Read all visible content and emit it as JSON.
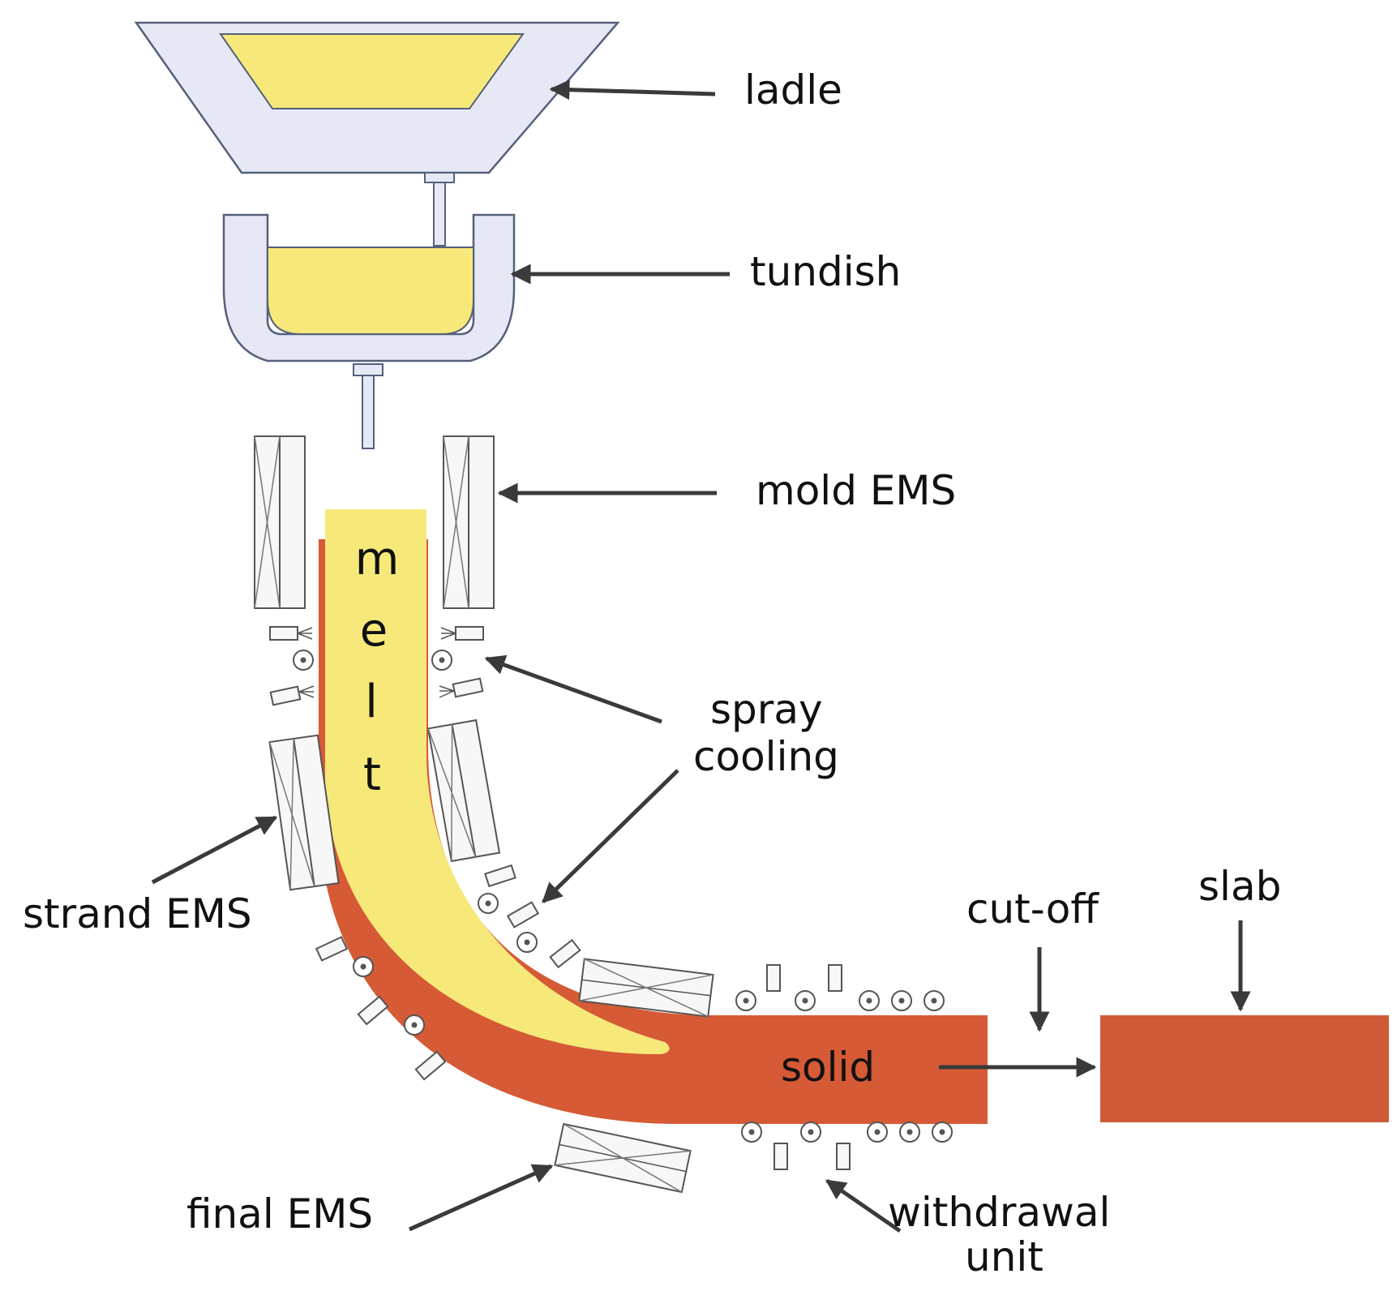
{
  "labels": {
    "ladle": "ladle",
    "tundish": "tundish",
    "mold_ems": "mold EMS",
    "spray_cooling_line1": "spray",
    "spray_cooling_line2": "cooling",
    "strand_ems": "strand EMS",
    "final_ems": "final EMS",
    "withdrawal_unit_line1": "withdrawal",
    "withdrawal_unit_line2": "unit",
    "cut_off": "cut-off",
    "slab": "slab",
    "solid": "solid",
    "melt_letters": [
      "m",
      "e",
      "l",
      "t"
    ]
  },
  "colors": {
    "refractory": "#e6e9f5",
    "refractory_edge": "#55607a",
    "melt": "#f6e97a",
    "solid_steel": "#d55a35",
    "slab": "#cf5a37",
    "arrow": "#3a3a3a",
    "equipment_edge": "#555555"
  }
}
